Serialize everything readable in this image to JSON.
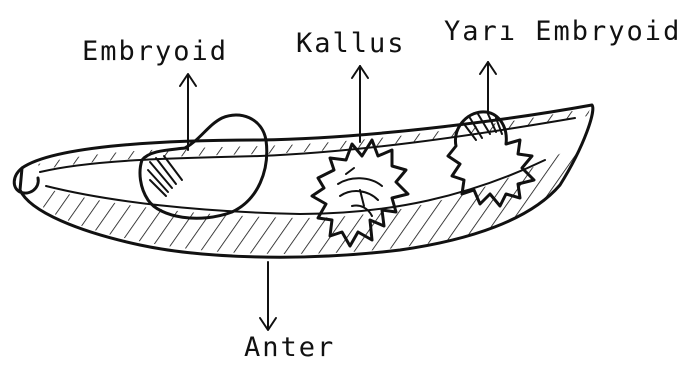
{
  "diagram": {
    "labels": {
      "embryoid": "Embryoid",
      "kallus": "Kallus",
      "yari_embryoid": "Yarı Embryoid",
      "anter": "Anter"
    }
  }
}
